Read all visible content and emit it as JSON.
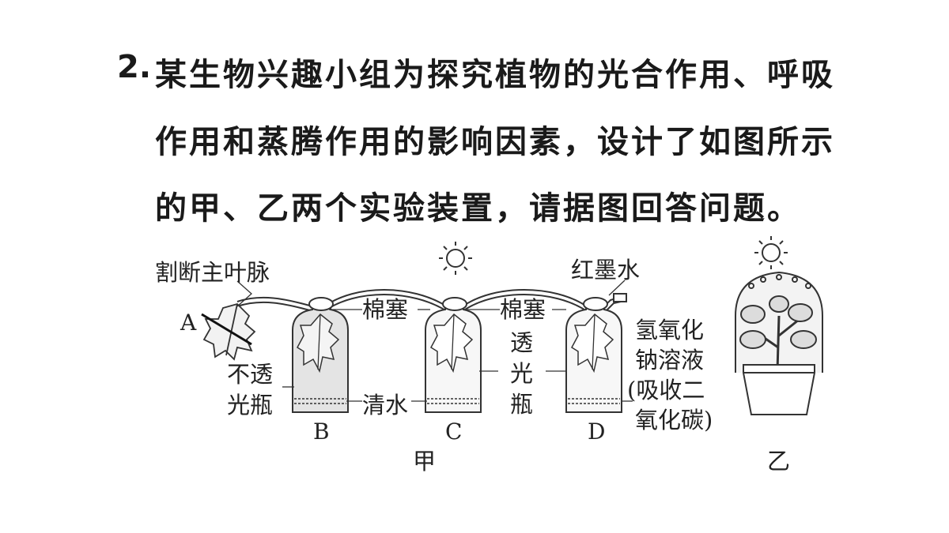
{
  "question": {
    "number": "2.",
    "lines": [
      "某生物兴趣小组为探究植物的光合作用、呼吸",
      "作用和蒸腾作用的影响因素，设计了如图所示",
      "的甲、乙两个实验装置，请据图回答问题。"
    ]
  },
  "figure": {
    "labels": {
      "cut_vein": "割断主叶脉",
      "leaf_a": "A",
      "cotton_plug_1": "棉塞",
      "cotton_plug_2": "棉塞",
      "red_ink": "红墨水",
      "opaque_1": "不透",
      "opaque_2": "光瓶",
      "water": "清水",
      "transparent_1": "透",
      "transparent_2": "光",
      "transparent_3": "瓶",
      "naoh_1": "氢氧化",
      "naoh_2": "钠溶液",
      "naoh_3": "(吸收二",
      "naoh_4": "氧化碳)",
      "bottle_b": "B",
      "bottle_c": "C",
      "bottle_d": "D",
      "setup_jia": "甲",
      "setup_yi": "乙"
    },
    "icons": [
      "sun-icon",
      "leaf-icon",
      "bottle-icon",
      "potted-plant-icon"
    ]
  }
}
